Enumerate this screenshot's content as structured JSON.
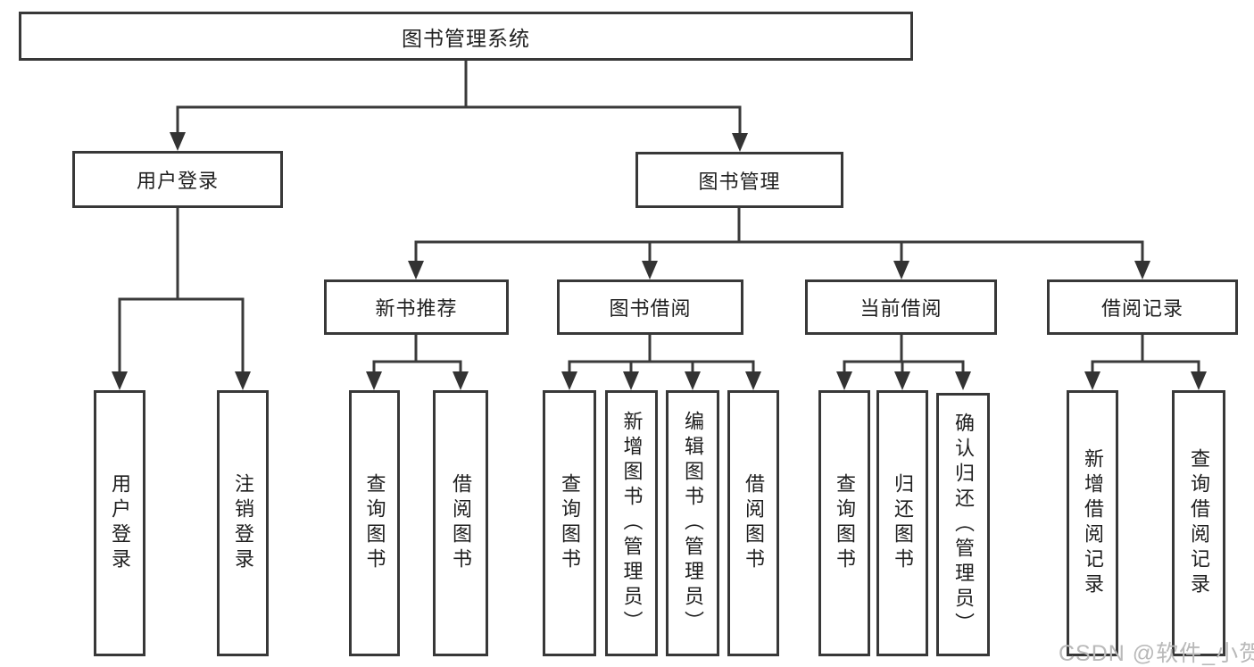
{
  "tree": {
    "label": "图书管理系统",
    "children": [
      {
        "label": "用户登录",
        "children": [
          {
            "label": "用户登录"
          },
          {
            "label": "注销登录"
          }
        ]
      },
      {
        "label": "图书管理",
        "children": [
          {
            "label": "新书推荐",
            "children": [
              {
                "label": "查询图书"
              },
              {
                "label": "借阅图书"
              }
            ]
          },
          {
            "label": "图书借阅",
            "children": [
              {
                "label": "查询图书"
              },
              {
                "label": "新增图书（管理员）"
              },
              {
                "label": "编辑图书（管理员）"
              },
              {
                "label": "借阅图书"
              }
            ]
          },
          {
            "label": "当前借阅",
            "children": [
              {
                "label": "查询图书"
              },
              {
                "label": "归还图书"
              },
              {
                "label": "确认归还（管理员）"
              }
            ]
          },
          {
            "label": "借阅记录",
            "children": [
              {
                "label": "新增借阅记录"
              },
              {
                "label": "查询借阅记录"
              }
            ]
          }
        ]
      }
    ]
  },
  "watermark": "CSDN @软件_小贺同学",
  "colors": {
    "line": "#3a3a3a",
    "box_border": "#383838",
    "text": "#1f1f1f",
    "watermark": "#b9b9b9",
    "background": "#ffffff"
  }
}
